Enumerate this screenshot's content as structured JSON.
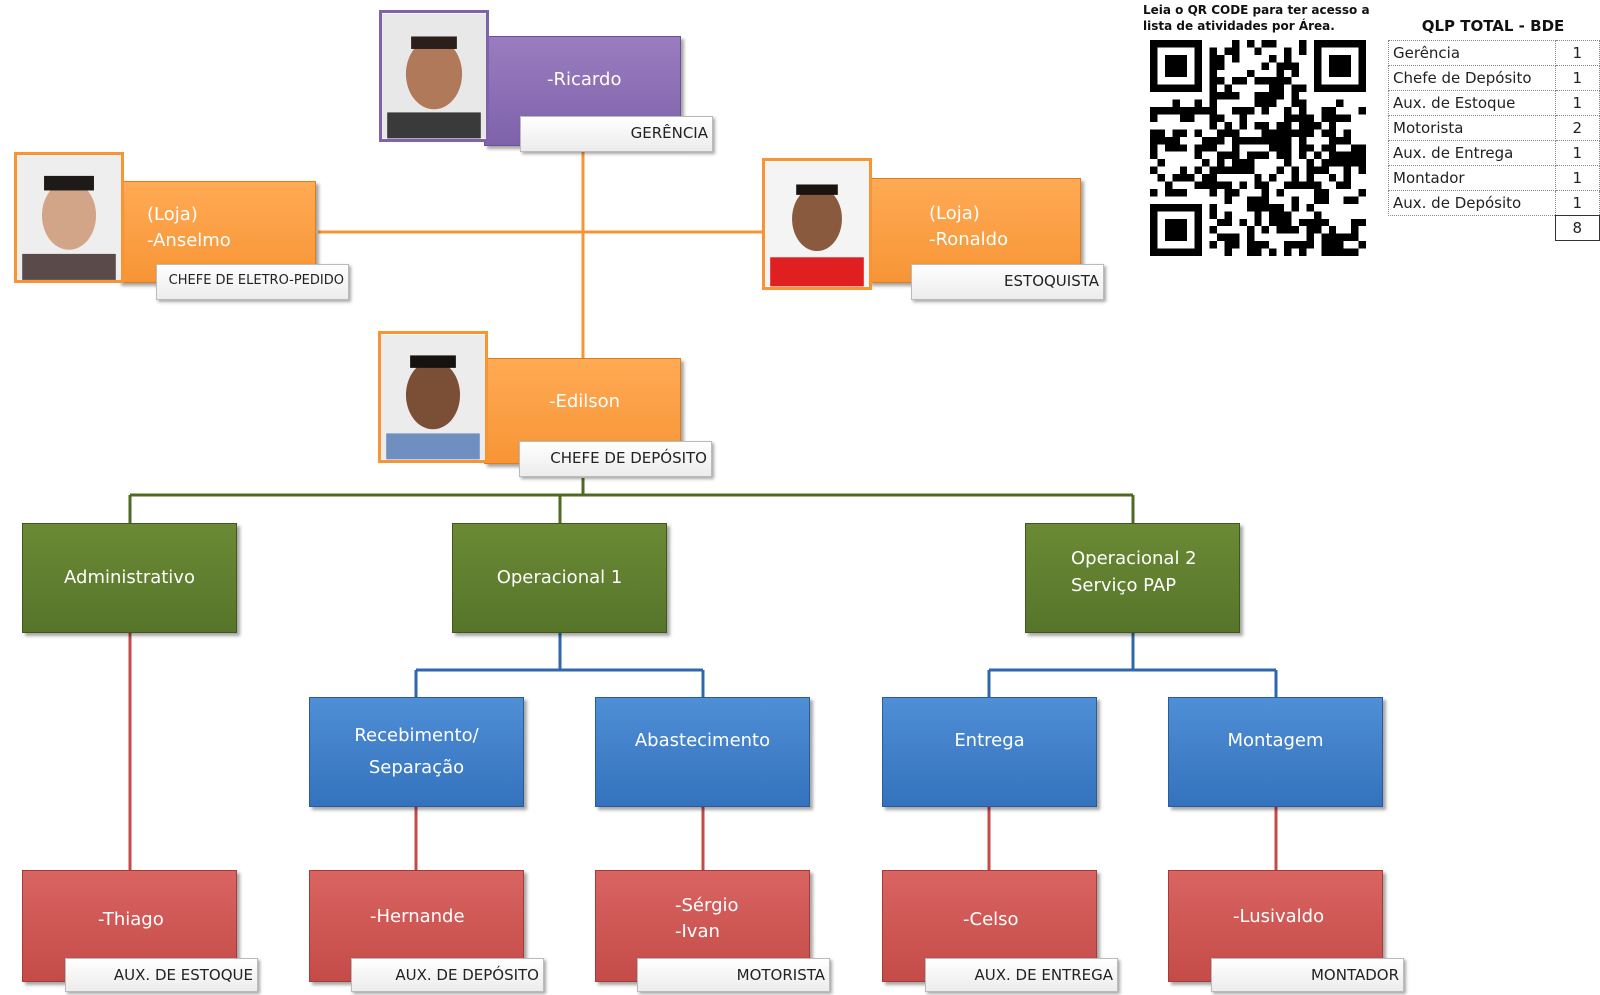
{
  "nodes": {
    "ricardo": {
      "name": "-Ricardo",
      "role": "GERÊNCIA"
    },
    "anselmo": {
      "prefix": "(Loja)",
      "name": "-Anselmo",
      "role": "CHEFE DE ELETRO-PEDIDO"
    },
    "ronaldo": {
      "prefix": "(Loja)",
      "name": "-Ronaldo",
      "role": "ESTOQUISTA"
    },
    "edilson": {
      "name": "-Edilson",
      "role": "CHEFE DE DEPÓSITO"
    }
  },
  "departments": {
    "administrativo": "Administrativo",
    "operacional1": "Operacional 1",
    "operacional2_line1": "Operacional 2",
    "operacional2_line2": "Serviço PAP"
  },
  "areas": {
    "recebimento_line1": "Recebimento/",
    "recebimento_line2": "Separação",
    "abastecimento": "Abastecimento",
    "entrega": "Entrega",
    "montagem": "Montagem"
  },
  "staff": {
    "thiago": {
      "name": "-Thiago",
      "role": "AUX. DE ESTOQUE"
    },
    "hernande": {
      "name": "-Hernande",
      "role": "AUX. DE DEPÓSITO"
    },
    "sergio_ivan": {
      "name1": "-Sérgio",
      "name2": "-Ivan",
      "role": "MOTORISTA"
    },
    "celso": {
      "name": "-Celso",
      "role": "AUX. DE ENTREGA"
    },
    "lusivaldo": {
      "name": "-Lusivaldo",
      "role": "MONTADOR"
    }
  },
  "qr": {
    "caption_line1": "Leia o QR CODE para ter acesso a",
    "caption_line2": "lista de atividades por Área."
  },
  "qlp": {
    "title": "QLP TOTAL - BDE",
    "rows": [
      {
        "role": "Gerência",
        "count": "1"
      },
      {
        "role": "Chefe de Depósito",
        "count": "1"
      },
      {
        "role": "Aux. de Estoque",
        "count": "1"
      },
      {
        "role": "Motorista",
        "count": "2"
      },
      {
        "role": "Aux. de Entrega",
        "count": "1"
      },
      {
        "role": "Montador",
        "count": "1"
      },
      {
        "role": "Aux. de Depósito",
        "count": "1"
      }
    ],
    "total": "8"
  },
  "colors": {
    "purple": "#7e62aa",
    "orange": "#f79535",
    "green": "#56752a",
    "blue": "#3472bd",
    "red": "#c44b48",
    "line_orange": "#f79535",
    "line_green": "#4f6a22",
    "line_blue": "#2f67ad",
    "line_red": "#c44b48"
  }
}
